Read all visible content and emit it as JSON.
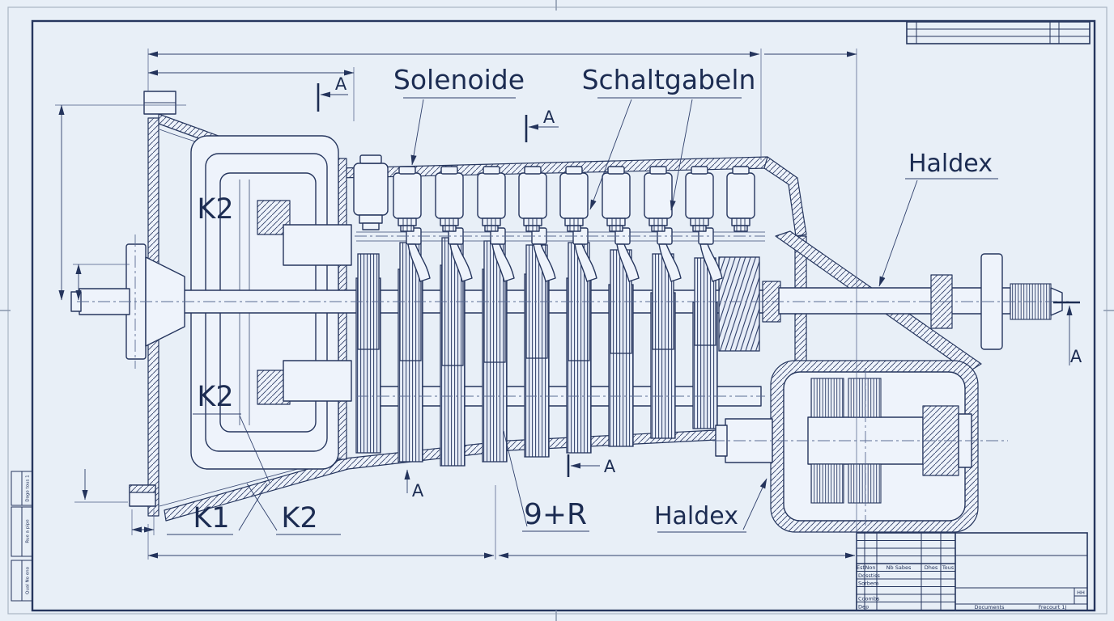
{
  "labels": {
    "solenoids": "Solenoide",
    "shift_forks": "Schaltgabeln",
    "haldex_top": "Haldex",
    "haldex_bottom": "Haldex",
    "clutch_k2_top": "K2",
    "clutch_k2_mid": "K2",
    "clutch_k1_bottom": "K1",
    "clutch_k2_bottom": "K2",
    "gear_set": "9+R",
    "section_letter": "A"
  },
  "title_block": {
    "col_headers": [
      "Est",
      "Non",
      "Nb Sabes",
      "Dhes",
      "Tous"
    ],
    "row_labels": [
      "Dosstiss",
      "Sorbem",
      "Coombs",
      "Dep"
    ],
    "documents_label": "Documents",
    "reference_label": "Frecourt 1J",
    "format_label": "HH"
  },
  "margin_notes": {
    "box1": "Dago tous 1",
    "box2": "Rue a pipe",
    "box3": "Qual No eno"
  },
  "colors": {
    "paper": "#e8eff7",
    "ink": "#24345c"
  }
}
